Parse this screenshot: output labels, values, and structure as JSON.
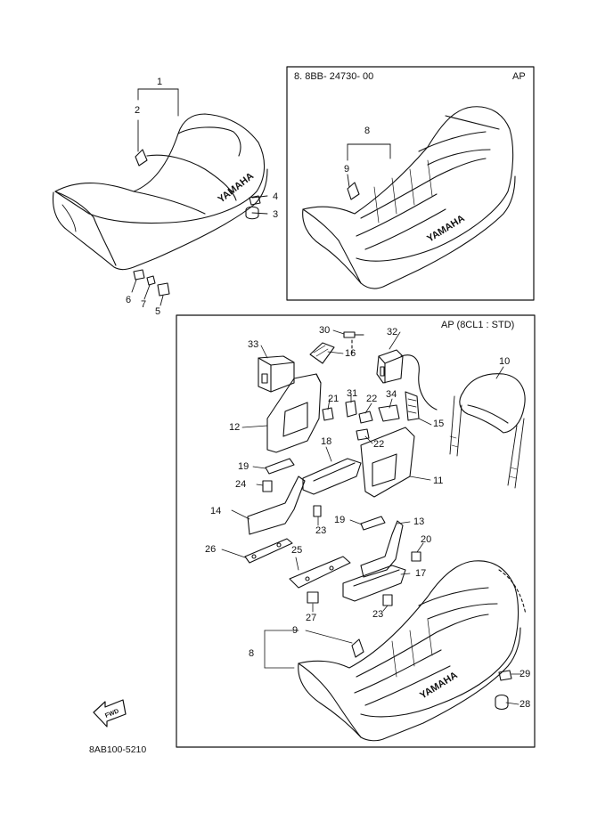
{
  "boxes": {
    "alt_seat": {
      "title": "8. 8BB- 24730- 00",
      "tag": "AP"
    },
    "backrest_kit": {
      "tag": "AP (8CL1 : STD)"
    }
  },
  "figure_code": "8AB100-5210",
  "fwd_arrow_text": "FWD",
  "seat_logo": "YAMAHA",
  "callouts": {
    "c1": "1",
    "c2": "2",
    "c3": "3",
    "c4": "4",
    "c5": "5",
    "c6": "6",
    "c7": "7",
    "alt8": "8",
    "alt9": "9",
    "k30": "30",
    "k32": "32",
    "k33": "33",
    "k16": "16",
    "k10": "10",
    "k21": "21",
    "k31": "31",
    "k22a": "22",
    "k34": "34",
    "k15": "15",
    "k12": "12",
    "k22b": "22",
    "k18": "18",
    "k11": "11",
    "k19a": "19",
    "k24": "24",
    "k14": "14",
    "k23a": "23",
    "k19b": "19",
    "k13": "13",
    "k26": "26",
    "k25": "25",
    "k20": "20",
    "k17": "17",
    "k27": "27",
    "k23b": "23",
    "k8": "8",
    "k9": "9",
    "k29": "29",
    "k28": "28"
  }
}
